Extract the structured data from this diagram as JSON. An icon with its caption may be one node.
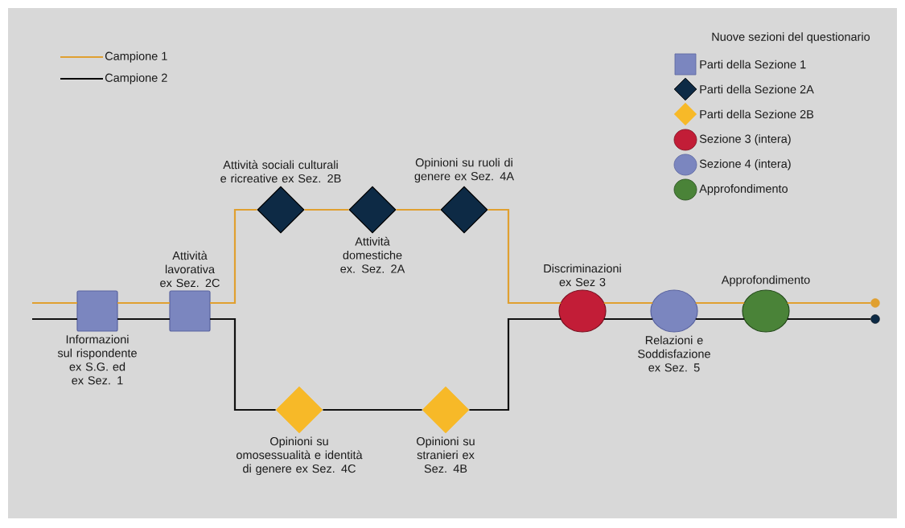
{
  "diagram": {
    "nodes": [
      {
        "text": [
          "Informazioni sul rispondente ex S.G. ed ex Sez. 1"
        ]
      },
      {
        "text": [
          "Attività lavorativa ex Sez. 2C"
        ]
      },
      {
        "text": [
          "Attività sociali culturali e ricreative ex Sez. 2B"
        ]
      },
      {
        "text": [
          "Attività domestiche ex. Sez. 2A"
        ]
      },
      {
        "text": [
          "Opinioni su ruoli di genere ex Sez. 4A"
        ]
      },
      {
        "text": [
          "Opinioni su omosessualità e identità di genere ex Sez. 4C"
        ]
      },
      {
        "text": [
          "Opinioni su stranieri ex Sez. 4B"
        ]
      },
      {
        "text": [
          "Discriminazioni ex Sez 3"
        ]
      },
      {
        "text": [
          "Relazioni e Soddisfazione ex Sez. 5"
        ]
      },
      {
        "text": [
          "Approfondimento"
        ]
      },
      {
        "text": [],
        "shape": "circle"
      },
      {
        "text": [],
        "shape": "circle"
      }
    ],
    "edges": [
      {
        "from": null,
        "to": 0,
        "arrow": "none",
        "color": "#e0a030"
      },
      {
        "from": null,
        "to": 0,
        "arrow": "none",
        "color": "#111111"
      },
      {
        "from": 0,
        "to": 1,
        "arrow": "none",
        "color": "#e0a030"
      },
      {
        "from": 0,
        "to": 1,
        "arrow": "none",
        "color": "#111111"
      },
      {
        "from": 1,
        "to": 2,
        "arrow": "none",
        "color": "#e0a030"
      },
      {
        "from": 2,
        "to": 3,
        "arrow": "none",
        "color": "#e0a030"
      },
      {
        "from": 3,
        "to": 4,
        "arrow": "none",
        "color": "#e0a030"
      },
      {
        "from": 4,
        "to": 7,
        "arrow": "none",
        "color": "#e0a030"
      },
      {
        "from": 7,
        "to": 8,
        "arrow": "none",
        "color": "#e0a030"
      },
      {
        "from": 8,
        "to": 9,
        "arrow": "none",
        "color": "#e0a030"
      },
      {
        "from": 9,
        "to": 10,
        "arrow": "none",
        "color": "#e0a030"
      },
      {
        "from": 1,
        "to": 5,
        "arrow": "none",
        "color": "#111111"
      },
      {
        "from": 5,
        "to": 6,
        "arrow": "none",
        "color": "#111111"
      },
      {
        "from": 6,
        "to": 7,
        "arrow": "none",
        "color": "#111111"
      },
      {
        "from": 7,
        "to": 8,
        "arrow": "none",
        "color": "#111111"
      },
      {
        "from": 8,
        "to": 9,
        "arrow": "none",
        "color": "#111111"
      },
      {
        "from": 9,
        "to": 11,
        "arrow": "none",
        "color": "#111111"
      }
    ],
    "labels": [
      "Nuove sezioni del questionario"
    ],
    "legend": [
      {
        "text": "Campione 1"
      },
      {
        "text": "Campione 2"
      },
      {
        "text": "Parti della Sezione 1"
      },
      {
        "text": "Parti della Sezione 2A"
      },
      {
        "text": "Parti della Sezione 2B"
      },
      {
        "text": "Sezione 3 (intera)"
      },
      {
        "text": "Sezione 4 (intera)"
      },
      {
        "text": "Approfondimento"
      }
    ]
  }
}
